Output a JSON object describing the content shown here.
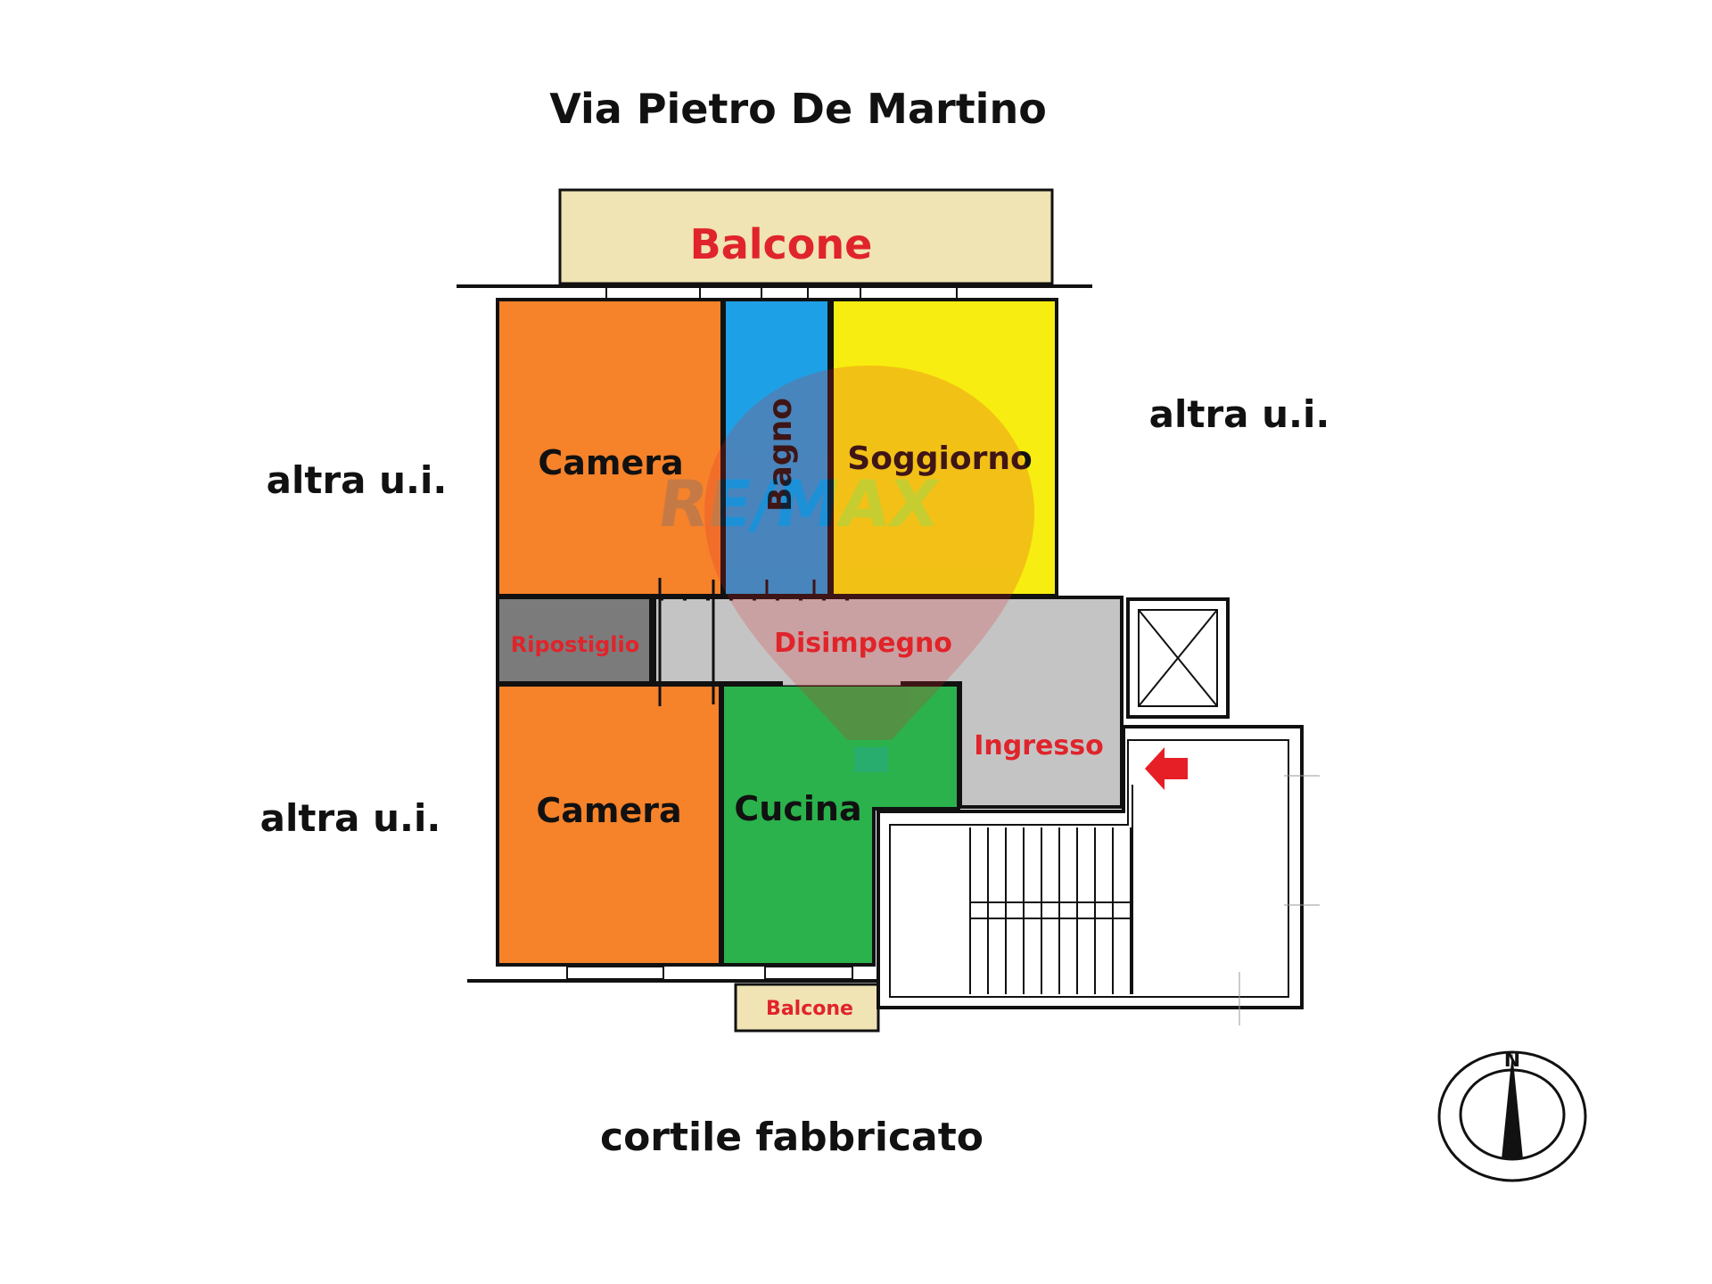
{
  "street": "Via Pietro De Martino",
  "courtyard": "cortile fabbricato",
  "neighbors": {
    "left_top": "altra u.i.",
    "left_bottom": "altra u.i.",
    "right_top": "altra u.i."
  },
  "rooms": {
    "balcone_top": "Balcone",
    "camera_top": "Camera",
    "bagno": "Bagno",
    "soggiorno": "Soggiorno",
    "ripostiglio": "Ripostiglio",
    "disimpegno": "Disimpegno",
    "camera_bottom": "Camera",
    "cucina": "Cucina",
    "ingresso": "Ingresso",
    "balcone_bottom": "Balcone"
  },
  "watermark": "RE/MAX",
  "compass_label": "N",
  "icons": {
    "entrance": "arrow-right-icon",
    "compass": "north-compass-icon",
    "elevator": "elevator-shaft-icon"
  },
  "colors": {
    "camera": "#f6822a",
    "bagno": "#1ea0e6",
    "soggiorno": "#f8ed10",
    "ripostiglio": "#7b7b7b",
    "disimpegno": "#c4c4c4",
    "ingresso": "#c4c4c4",
    "cucina": "#2bb24c",
    "balcone": "#f0e3b4",
    "label_red": "#e0242b",
    "arrow": "#e61e25"
  }
}
